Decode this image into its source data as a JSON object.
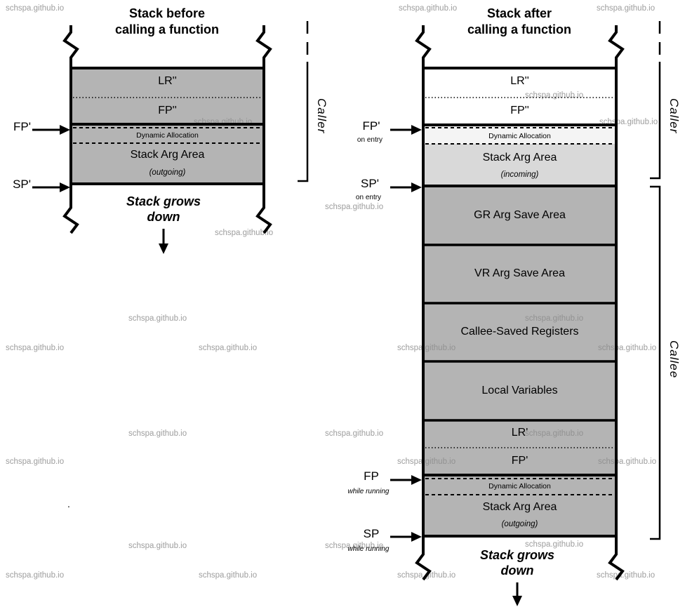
{
  "watermark": {
    "text": "schspa.github.io"
  },
  "stray_dot": ".",
  "colors": {
    "box_gray": "#b4b4b4",
    "box_light_gray": "#d9d9d9",
    "box_lighter": "#f4f4f4",
    "line": "#000000",
    "watermark": "#8c8c8c"
  },
  "left": {
    "title": {
      "line1": "Stack before",
      "line2": "calling a function"
    },
    "boxes": {
      "lr": "LR''",
      "fp": "FP''",
      "dyn": "Dynamic Allocation",
      "arg": "Stack Arg Area",
      "arg_sub": "(outgoing)"
    },
    "pointers": {
      "fp": "FP'",
      "sp": "SP'"
    },
    "grow": {
      "line1": "Stack grows",
      "line2": "down"
    },
    "bracket": "Caller"
  },
  "right": {
    "title": {
      "line1": "Stack after",
      "line2": "calling a function"
    },
    "boxes": {
      "lr2": "LR''",
      "fp2": "FP''",
      "dyn_top": "Dynamic Allocation",
      "arg_in": "Stack Arg Area",
      "arg_in_sub": "(incoming)",
      "gr": "GR Arg Save Area",
      "vr": "VR Arg Save Area",
      "callee_saved": "Callee-Saved Registers",
      "locals": "Local Variables",
      "lr1": "LR'",
      "fp1": "FP'",
      "dyn_bottom": "Dynamic Allocation",
      "arg_out": "Stack Arg Area",
      "arg_out_sub": "(outgoing)"
    },
    "pointers": {
      "fp_entry": {
        "label": "FP'",
        "sub": "on entry"
      },
      "sp_entry": {
        "label": "SP'",
        "sub": "on entry"
      },
      "fp_run": {
        "label": "FP",
        "sub": "while running"
      },
      "sp_run": {
        "label": "SP",
        "sub": "while running"
      }
    },
    "grow": {
      "line1": "Stack grows",
      "line2": "down"
    },
    "brackets": {
      "caller": "Caller",
      "callee": "Callee"
    }
  }
}
